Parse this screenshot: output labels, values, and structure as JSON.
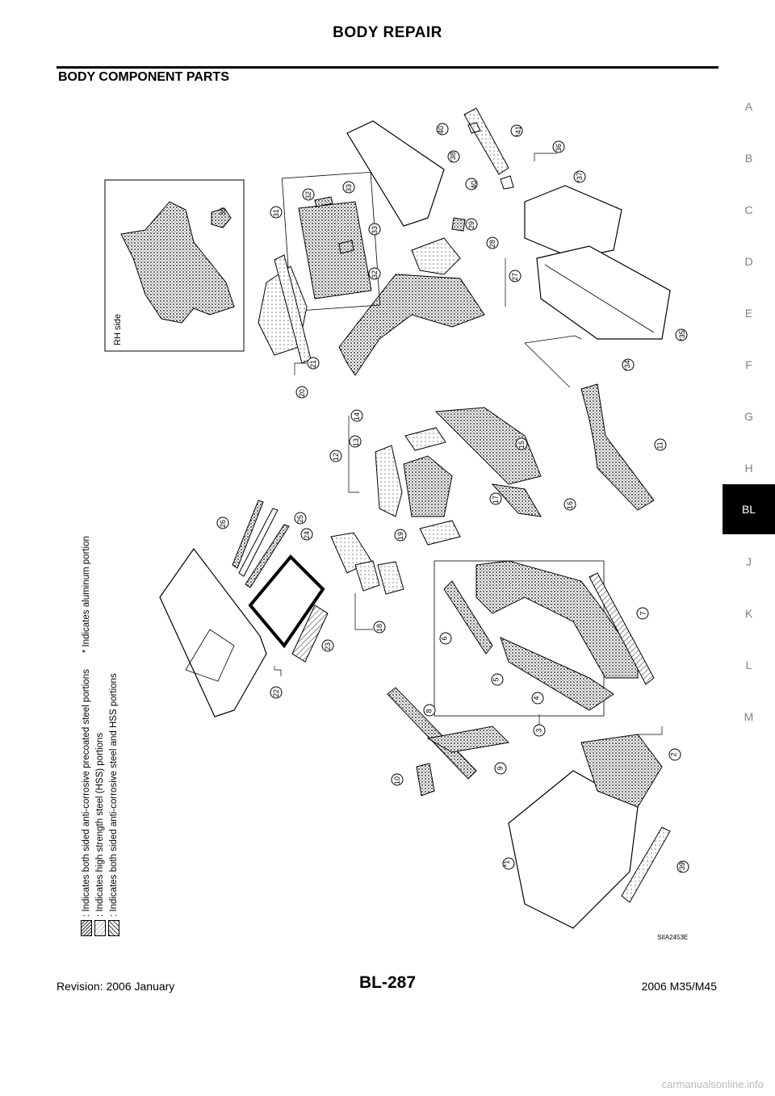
{
  "header": {
    "title": "BODY REPAIR"
  },
  "section": {
    "title": "BODY COMPONENT PARTS"
  },
  "tabs": [
    "A",
    "B",
    "C",
    "D",
    "E",
    "F",
    "G",
    "H",
    "BL",
    "J",
    "K",
    "L",
    "M"
  ],
  "active_tab": "BL",
  "legend": {
    "items": [
      {
        "label": ": Indicates both sided anti-corrosive precoated steel portions",
        "extra": "* Indicates aluminum portion",
        "pattern": "dense"
      },
      {
        "label": ": Indicates high strength steel (HSS) portions",
        "extra": "",
        "pattern": "light"
      },
      {
        "label": ": Indicates both sided anti-corrosive steel and HSS portions",
        "extra": "",
        "pattern": "hatch"
      }
    ]
  },
  "inset": {
    "label": "RH side",
    "part_number": "30"
  },
  "diagram_code": "SIIA2453E",
  "callouts": [
    "*1",
    "2",
    "3",
    "4",
    "5",
    "6",
    "7",
    "8",
    "9",
    "10",
    "11",
    "12",
    "13",
    "14",
    "15",
    "16",
    "17",
    "18",
    "19",
    "20",
    "21",
    "22",
    "23",
    "24",
    "25",
    "26",
    "27",
    "28",
    "29",
    "31",
    "32",
    "33",
    "33",
    "32",
    "*34",
    "*35",
    "36",
    "*37",
    "*38",
    "*39",
    "40",
    "40",
    "*41"
  ],
  "footer": {
    "revision": "Revision: 2006 January",
    "page": "BL-287",
    "model": "2006 M35/M45"
  },
  "watermark": "carmanualsonline.info"
}
